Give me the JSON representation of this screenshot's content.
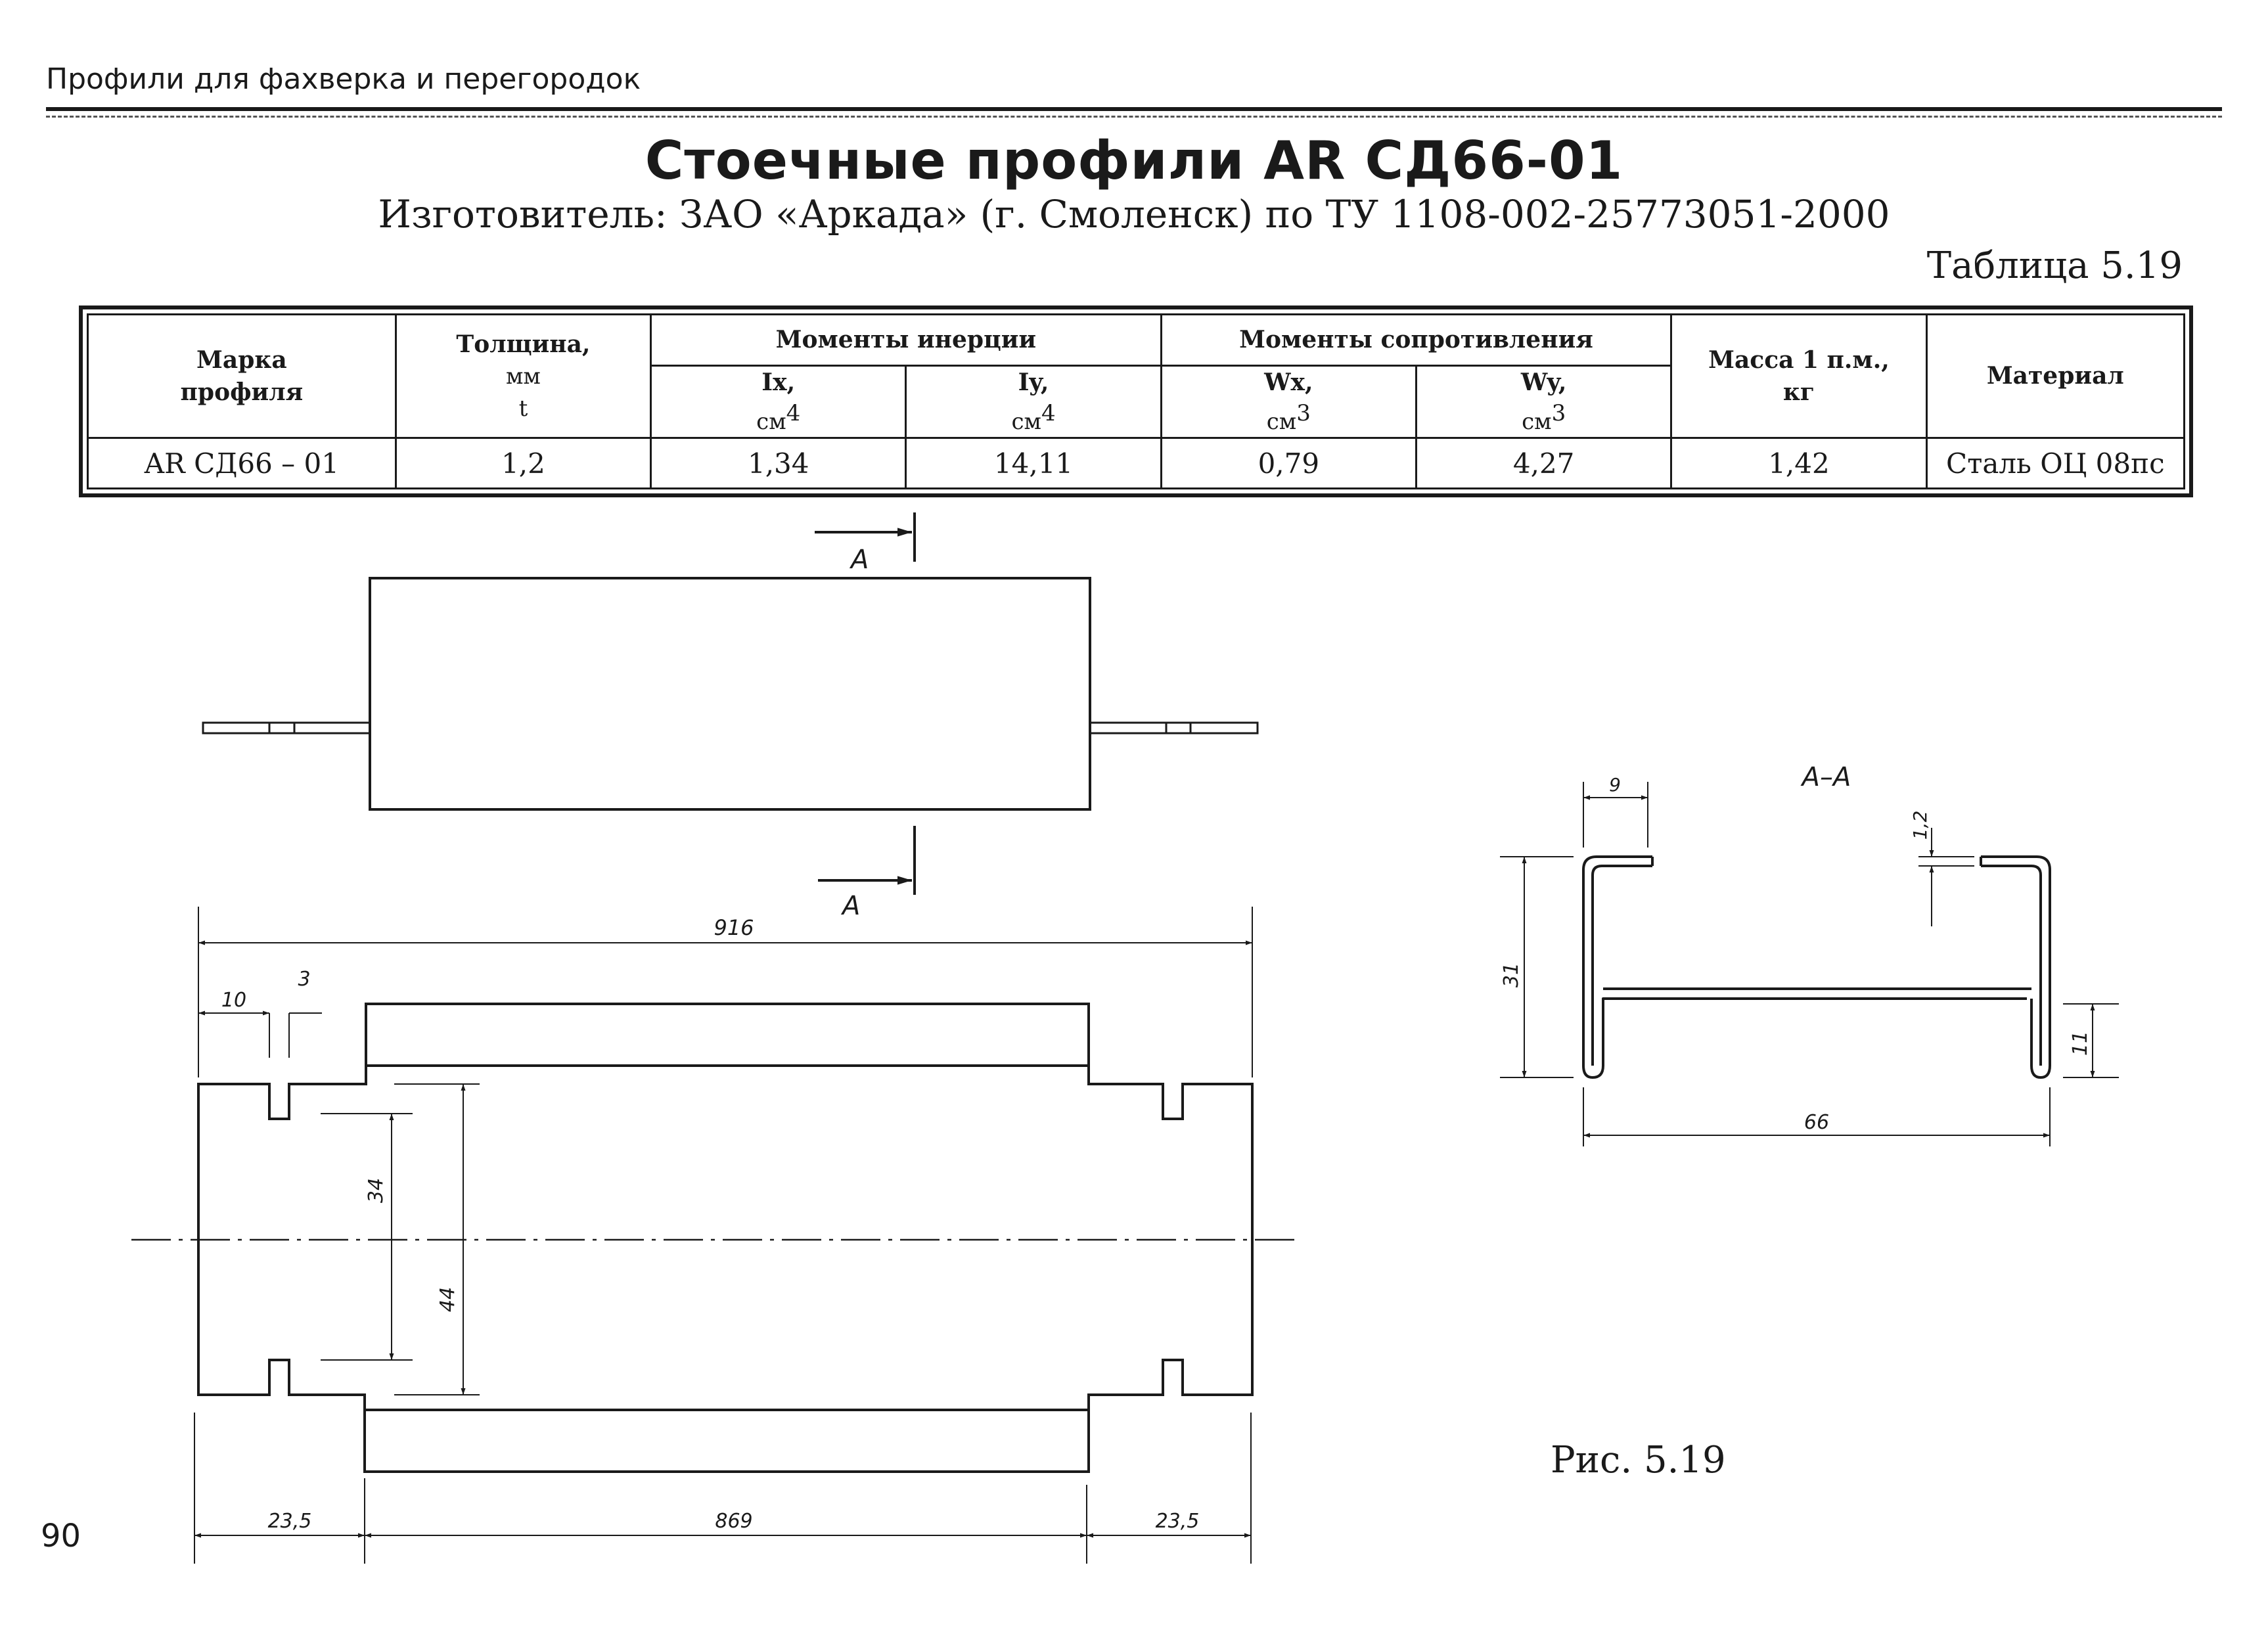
{
  "header": {
    "running_head": "Профили для фахверка и перегородок"
  },
  "title": "Стоечные профили AR СД66-01",
  "subtitle": "Изготовитель: ЗАО «Аркада» (г. Смоленск) по ТУ 1108-002-25773051-2000",
  "table_label": "Таблица 5.19",
  "table": {
    "headers": {
      "mark": [
        "Марка",
        "профиля"
      ],
      "thickness": [
        "Толщина,",
        "мм",
        "t"
      ],
      "inertia": "Моменты инерции",
      "ix": [
        "Ix,",
        "см",
        "4"
      ],
      "iy": [
        "Iy,",
        "см",
        "4"
      ],
      "resistance": "Моменты сопротивления",
      "wx": [
        "Wx,",
        "см",
        "3"
      ],
      "wy": [
        "Wy,",
        "см",
        "3"
      ],
      "mass": [
        "Масса 1 п.м.,",
        "кг"
      ],
      "material": "Материал"
    },
    "row": {
      "mark": "AR СД66 – 01",
      "t": "1,2",
      "ix": "1,34",
      "iy": "14,11",
      "wx": "0,79",
      "wy": "4,27",
      "mass": "1,42",
      "material": "Сталь ОЦ 08пс"
    }
  },
  "drawing": {
    "section_mark": "А",
    "section_title": "А–А",
    "dims": {
      "overall_length": "916",
      "slot_offset": "10",
      "slot_width": "3",
      "inner_34": "34",
      "inner_44": "44",
      "end_left": "23,5",
      "middle": "869",
      "end_right": "23,5",
      "flange": "9",
      "thickness": "1,2",
      "height": "31",
      "lip": "11",
      "width": "66"
    }
  },
  "figure_caption": "Рис. 5.19",
  "page_number": "90"
}
